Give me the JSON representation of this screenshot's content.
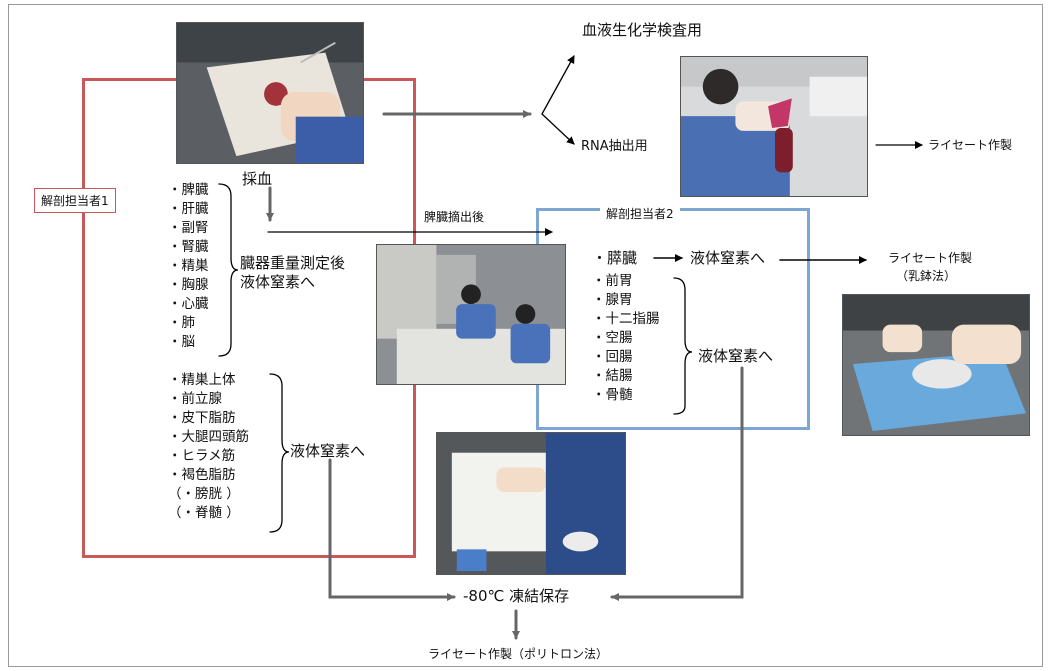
{
  "labels": {
    "blood_chem": "血液生化学検査用",
    "rna": "RNA抽出用",
    "lysate1": "ライセート作製",
    "lysate2": "ライセート作製",
    "lysate2_method": "（乳鉢法）",
    "lysate3": "ライセート作製（ポリトロン法）",
    "blood_draw": "採血",
    "spleen_after": "脾臓摘出後",
    "weigh_line1": "臓器重量測定後",
    "weigh_line2": "液体窒素へ",
    "ln2_a": "液体窒素へ",
    "ln2_b": "液体窒素へ",
    "ln2_c": "液体窒素へ",
    "freeze": "-80℃  凍結保存",
    "pancreas": "・膵臓"
  },
  "dissector1_tag": "解剖担当者1",
  "dissector2_tag": "解剖担当者2",
  "organs_group1": [
    "・脾臓",
    "・肝臓",
    "・副腎",
    "・腎臓",
    "・精巣",
    "・胸腺",
    "・心臓",
    "・肺",
    "・脳"
  ],
  "organs_group2": [
    "・精巣上体",
    "・前立腺",
    "・皮下脂肪",
    "・大腿四頭筋",
    "・ヒラメ筋",
    "・褐色脂肪",
    "（・膀胱 ）",
    "（・脊髄 ）"
  ],
  "organs_group3": [
    "・前胃",
    "・腺胃",
    "・十二指腸",
    "・空腸",
    "・回腸",
    "・結腸",
    "・骨髄"
  ],
  "colors": {
    "red_box": "#c9585a",
    "blue_box": "#7ea6d2",
    "arrow": "#666666"
  },
  "photos": [
    "dissection-photo",
    "pipetting-photo",
    "lab-room-photo",
    "mortar-photo",
    "freezer-box-photo"
  ]
}
